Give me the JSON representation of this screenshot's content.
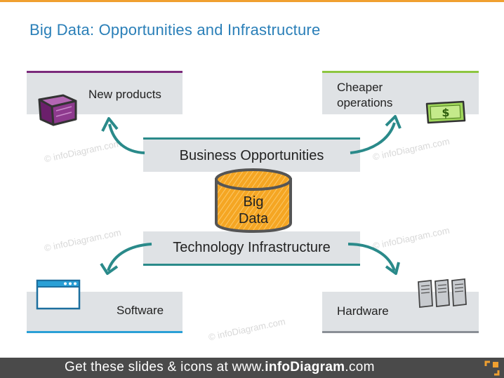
{
  "title": "Big Data: Opportunities and Infrastructure",
  "center": {
    "business_label": "Business Opportunities",
    "tech_label": "Technology Infrastructure",
    "bigdata_line1": "Big",
    "bigdata_line2": "Data"
  },
  "corners": {
    "new_products": "New products",
    "cheaper_line1": "Cheaper",
    "cheaper_line2": "operations",
    "software": "Software",
    "hardware": "Hardware"
  },
  "watermark": "© infoDiagram.com",
  "footer": {
    "prefix": "Get these slides & icons at www.",
    "brand": "infoDiagram",
    "suffix": ".com"
  },
  "colors": {
    "title": "#2a7fb8",
    "top_bar": "#f0a030",
    "new_products_accent": "#7b2a7b",
    "cheaper_accent": "#8dc63f",
    "software_accent": "#2aa0d6",
    "hardware_accent": "#8a8f96",
    "teal": "#2a8a8a",
    "database": "#f5a623"
  },
  "icons": [
    "cube-icon",
    "dollar-bill-icon",
    "browser-window-icon",
    "servers-icon",
    "database-icon",
    "logo-corner-icon"
  ]
}
